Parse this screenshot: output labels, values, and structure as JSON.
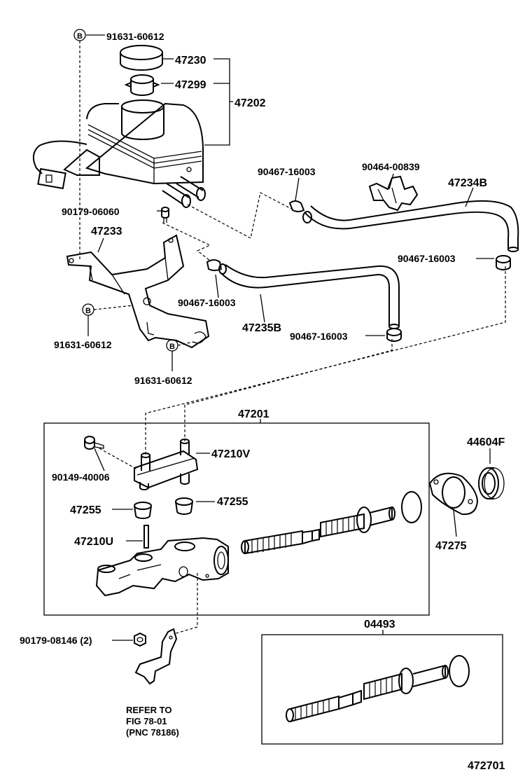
{
  "labels": {
    "bolt_b_top": "91631-60612",
    "cap": "47230",
    "strainer": "47299",
    "reservoir": "47202",
    "clamp_upper_a": "90467-16003",
    "clip": "90464-00839",
    "hose_right": "47234B",
    "clamp_upper_b": "90467-16003",
    "grommet": "90179-06060",
    "bracket": "47233",
    "clamp_lower_a": "90467-16003",
    "hose_lower": "47235B",
    "clamp_lower_b": "90467-16003",
    "bolt_b_left": "91631-60612",
    "bolt_b_bottom": "91631-60612",
    "master_cylinder": "47201",
    "screw": "90149-40006",
    "union": "47210V",
    "seal": "47255",
    "seal_right": "47255",
    "pin": "47210U",
    "gasket": "47275",
    "boot": "44604F",
    "nut": "90179-08146 (2)",
    "kit": "04493",
    "refer_line1": "REFER TO",
    "refer_line2": "FIG 78-01",
    "refer_line3": "(PNC 78186)",
    "figure_number": "472701"
  },
  "badge_letter": "B"
}
